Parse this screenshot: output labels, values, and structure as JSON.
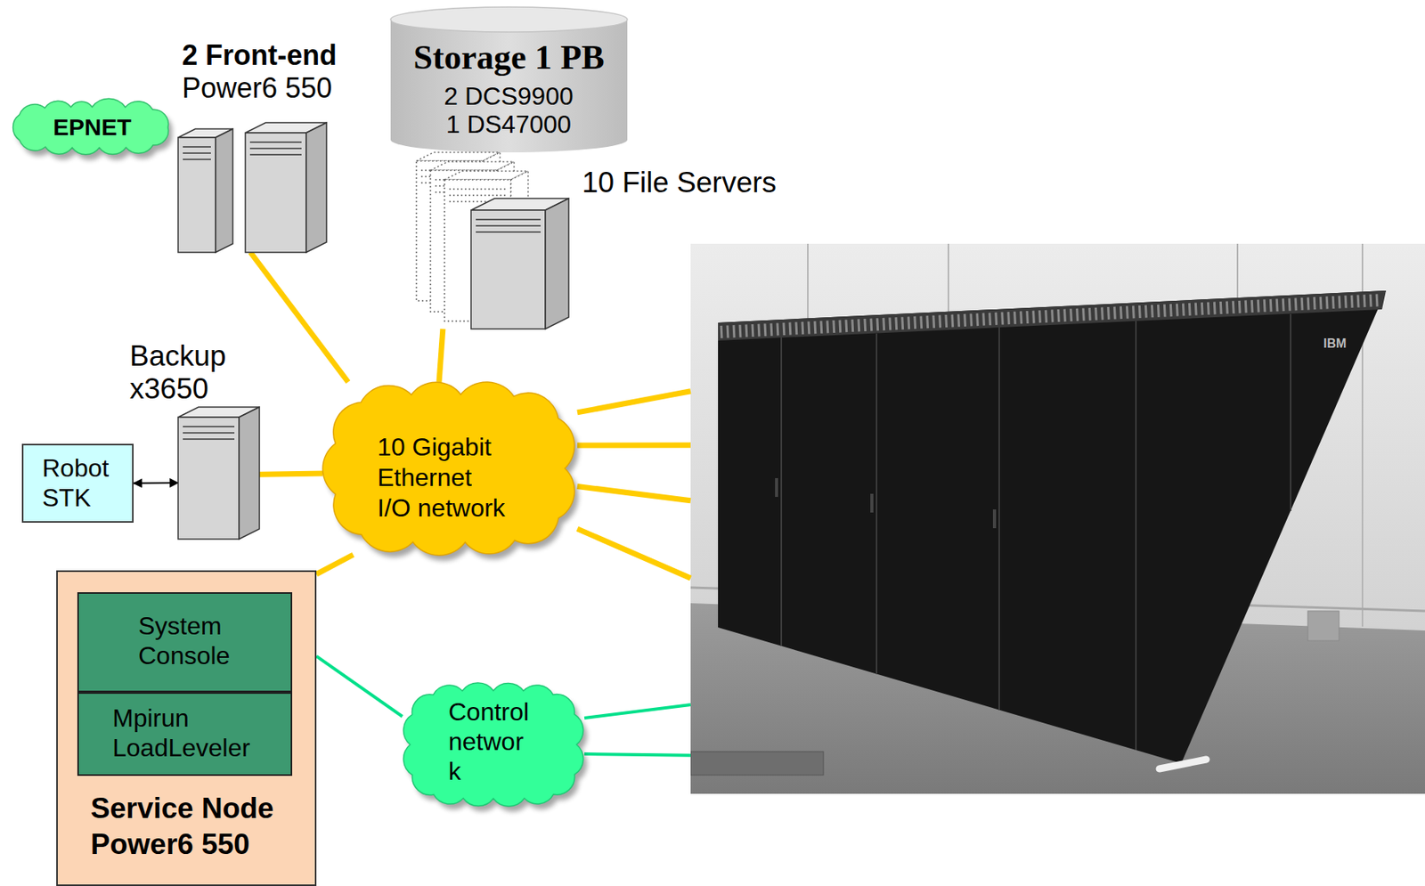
{
  "diagram": {
    "nodes": [
      {
        "text": [
          "EPNET"
        ]
      },
      {
        "text": [
          "2 Front-end",
          "Power6 550"
        ]
      },
      {
        "text": [
          "Storage 1 PB",
          "2 DCS9900 1 DS47000"
        ]
      },
      {
        "text": [
          "10 File Servers"
        ]
      },
      {
        "text": [
          "Backup x3650"
        ]
      },
      {
        "text": [
          "Robot STK"
        ]
      },
      {
        "text": [
          "10 Gigabit Ethernet I/O network"
        ]
      },
      {
        "text": [
          "Service Node Power6 550"
        ]
      },
      {
        "text": [
          "System Console"
        ],
        "in": 7
      },
      {
        "text": [
          "Mpirun LoadLeveler"
        ],
        "in": 7
      },
      {
        "text": [
          "Control networ k"
        ]
      },
      {
        "text": [
          "IBM"
        ]
      }
    ],
    "edges": [
      {
        "from": 1,
        "to": 6,
        "arrow": "none"
      },
      {
        "from": 3,
        "to": 6,
        "arrow": "none"
      },
      {
        "from": 5,
        "to": 4,
        "arrow": "both"
      },
      {
        "from": 4,
        "to": 6,
        "arrow": "none"
      },
      {
        "from": 7,
        "to": 6,
        "arrow": "none"
      },
      {
        "from": 7,
        "to": 10,
        "arrow": "none"
      },
      {
        "from": 6,
        "to": 11,
        "arrow": "none"
      },
      {
        "from": 6,
        "to": 11,
        "arrow": "none"
      },
      {
        "from": 6,
        "to": 11,
        "arrow": "none"
      },
      {
        "from": 6,
        "to": 11,
        "arrow": "none"
      },
      {
        "from": 10,
        "to": 11,
        "arrow": "none"
      },
      {
        "from": 10,
        "to": 11,
        "arrow": "none"
      }
    ]
  }
}
